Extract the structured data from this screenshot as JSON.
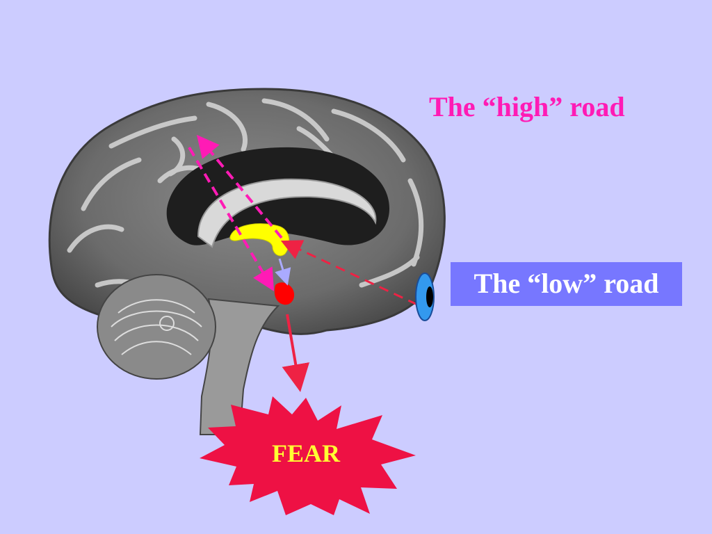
{
  "slide": {
    "high_road_label": "The “high” road",
    "low_road_label": "The “low” road",
    "fear_label": "FEAR"
  },
  "colors": {
    "background": "#ccccff",
    "high_road": "#ff1bb5",
    "low_road_path": "#ee2244",
    "low_road_box": "#7777ff",
    "fear_burst": "#ee1144",
    "fear_text": "#ffff33",
    "thalamus": "#ffff00",
    "amygdala": "#ff0000",
    "eye": "#3399ee"
  },
  "icons": {
    "eye": "eye-icon",
    "burst": "starburst-shape"
  }
}
